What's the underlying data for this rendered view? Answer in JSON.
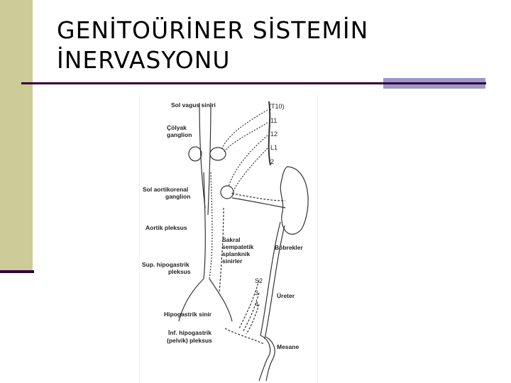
{
  "slide": {
    "title_line1": "GENİTOÜRİNER SİSTEMİN",
    "title_line2": "İNERVASYONU",
    "colors": {
      "sidebar": "#cccc99",
      "rule": "#330033",
      "accent": "#9999cc"
    }
  },
  "figure": {
    "labels": {
      "vagus": "Sol vagus siniri",
      "celiac1": "Çölyak",
      "celiac2": "ganglion",
      "aortikorenal1": "Sol aortikorenal",
      "aortikorenal2": "ganglion",
      "aortik": "Aortik pleksus",
      "sakral1": "Sakral",
      "sakral2": "sempatetik",
      "sakral3": "splanknik",
      "sakral4": "sinirler",
      "sup1": "Sup. hipogastrik",
      "sup2": "pleksus",
      "bobrekler": "Böbrekler",
      "ureter": "Üreter",
      "hipogastrik": "Hipogastrik sinir",
      "inf1": "İnf. hipogastrik",
      "inf2": "(pelvik) pleksus",
      "mesane": "Mesane"
    },
    "segments": {
      "t10": "(T10)",
      "s11": "11",
      "s12": "12",
      "l1": "L1",
      "l2": "2",
      "s2": "S2",
      "s3": "3",
      "s4": "4"
    }
  }
}
